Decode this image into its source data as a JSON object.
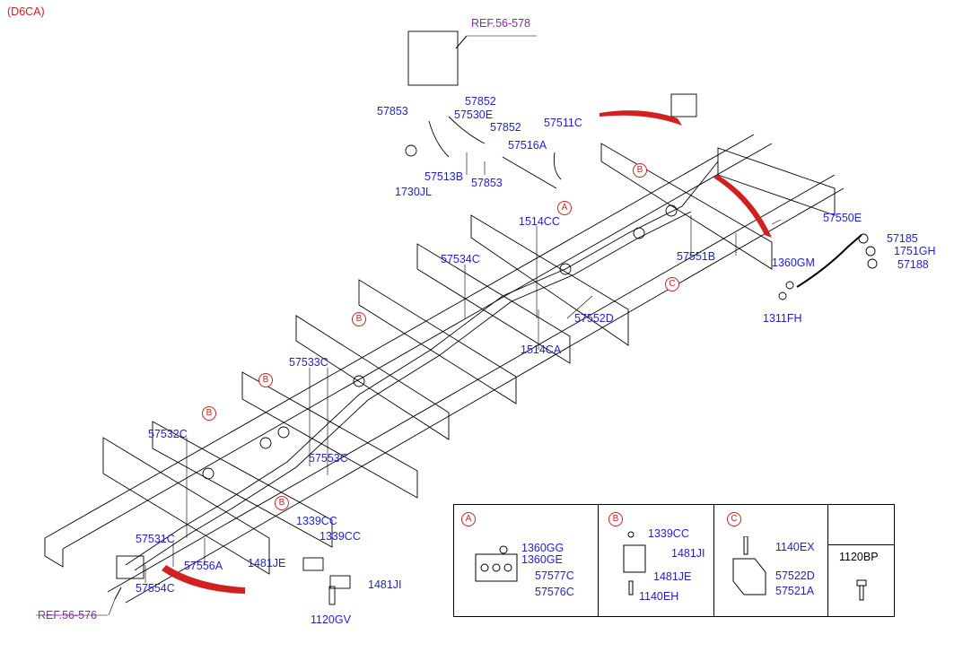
{
  "header": {
    "engine_code": "(D6CA)"
  },
  "colors": {
    "part_label": "#1f1fd0",
    "ref_label": "#8a2ca8",
    "marker": "#d21f1f",
    "line": "#000000"
  },
  "refs": {
    "top": "REF.56-578",
    "bottom": "REF.56-576"
  },
  "parts": {
    "p57853a": "57853",
    "p57852a": "57852",
    "p57530E": "57530E",
    "p57852b": "57852",
    "p57511C": "57511C",
    "p57516A": "57516A",
    "p57513B": "57513B",
    "p57853b": "57853",
    "p1730JL": "1730JL",
    "p1514CC": "1514CC",
    "p57534C": "57534C",
    "p57551B": "57551B",
    "p57552D": "57552D",
    "p1514CA": "1514CA",
    "p57533C": "57533C",
    "p57553C": "57553C",
    "p57532C": "57532C",
    "p57531C": "57531C",
    "p57556A": "57556A",
    "p57554C": "57554C",
    "p57550E": "57550E",
    "p57185": "57185",
    "p1751GH": "1751GH",
    "p57188": "57188",
    "p1360GM": "1360GM",
    "p1311FH": "1311FH",
    "p1339CCa": "1339CC",
    "p1339CCb": "1339CC",
    "p1481JE": "1481JE",
    "p1481JI": "1481JI",
    "p1120GV": "1120GV"
  },
  "markers": {
    "A": "A",
    "B": "B",
    "C": "C"
  },
  "legend": {
    "A": {
      "letter": "A",
      "items": [
        "1360GG",
        "1360GE",
        "57577C",
        "57576C"
      ]
    },
    "B": {
      "letter": "B",
      "items": [
        "1339CC",
        "1481JI",
        "1481JE",
        "1140EH"
      ]
    },
    "C": {
      "letter": "C",
      "items": [
        "1140EX",
        "57522D",
        "57521A"
      ]
    },
    "D": {
      "title": "1120BP"
    }
  }
}
